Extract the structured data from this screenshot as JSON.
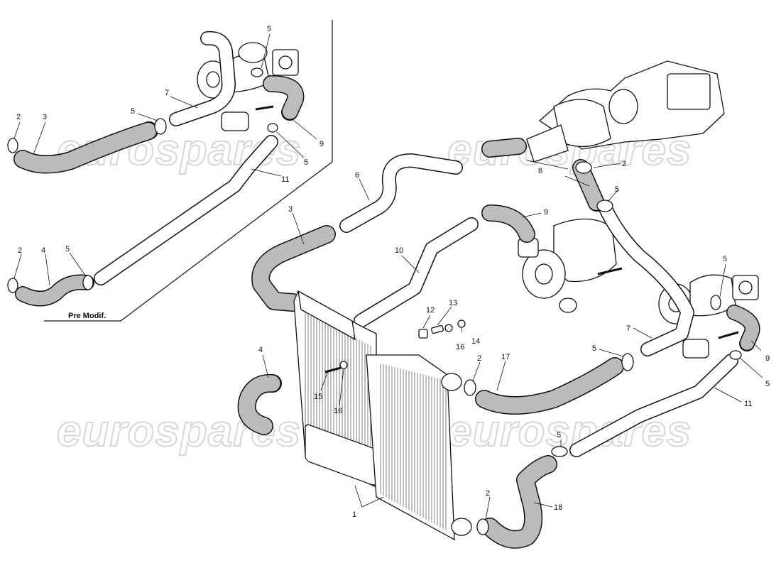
{
  "watermark": {
    "text": "eurospares"
  },
  "inset": {
    "caption": "Pre Modif."
  },
  "callouts": {
    "inset_2a": "2",
    "inset_3": "3",
    "inset_5a": "5",
    "inset_7": "7",
    "inset_5b": "5",
    "inset_9": "9",
    "inset_5c": "5",
    "inset_11": "11",
    "inset_2b": "2",
    "inset_4": "4",
    "inset_5d": "5",
    "main_6": "6",
    "main_8": "8",
    "main_2a": "2",
    "main_5a": "5",
    "main_3": "3",
    "main_9a": "9",
    "main_10": "10",
    "main_12": "12",
    "main_13": "13",
    "main_14": "14",
    "main_16a": "16",
    "main_4": "4",
    "main_15": "15",
    "main_16b": "16",
    "main_2b": "2",
    "main_17": "17",
    "main_5b": "5",
    "main_7": "7",
    "main_5c": "5",
    "main_9b": "9",
    "main_5d": "5",
    "main_11": "11",
    "main_5e": "5",
    "main_1": "1",
    "main_2c": "2",
    "main_18": "18"
  }
}
